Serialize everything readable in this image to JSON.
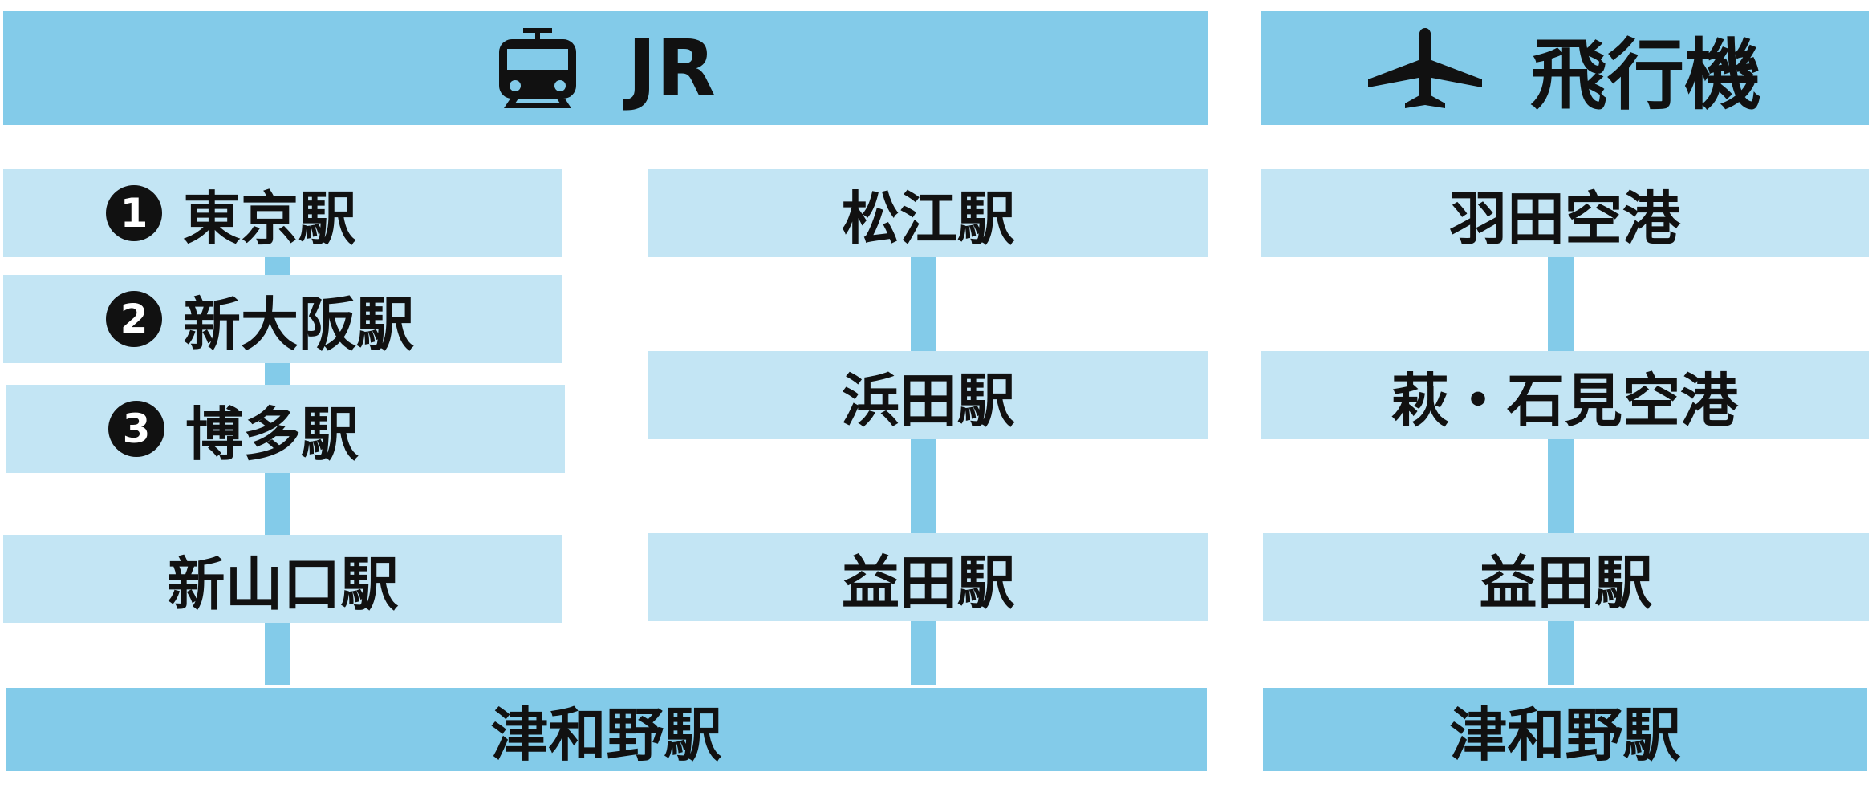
{
  "headers": {
    "jr": {
      "icon": "train-icon",
      "label": "JR"
    },
    "plane": {
      "icon": "airplane-icon",
      "label": "飛行機"
    }
  },
  "jr_route_a": [
    {
      "number": "1",
      "label": "東京駅"
    },
    {
      "number": "2",
      "label": "新大阪駅"
    },
    {
      "number": "3",
      "label": "博多駅"
    },
    {
      "label": "新山口駅"
    }
  ],
  "jr_route_b": [
    {
      "label": "松江駅"
    },
    {
      "label": "浜田駅"
    },
    {
      "label": "益田駅"
    }
  ],
  "jr_destination": "津和野駅",
  "plane_route": [
    {
      "label": "羽田空港"
    },
    {
      "label": "萩・石見空港"
    },
    {
      "label": "益田駅"
    }
  ],
  "plane_destination": "津和野駅",
  "colors": {
    "header": "#83cbe9",
    "station": "#c3e5f4",
    "text": "#111111"
  }
}
